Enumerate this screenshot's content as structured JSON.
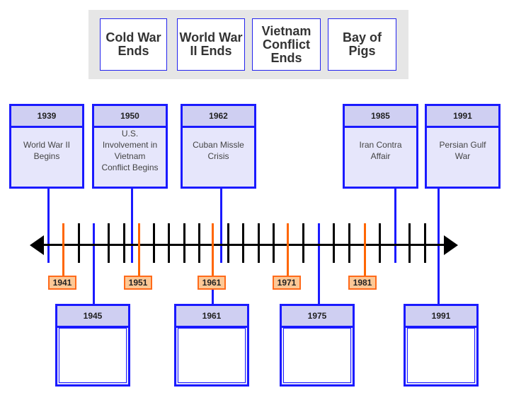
{
  "answer_bank": [
    "Cold War Ends",
    "World War II Ends",
    "Vietnam Conflict Ends",
    "Bay of Pigs"
  ],
  "top_events": [
    {
      "year": "1939",
      "label": "World War II Begins"
    },
    {
      "year": "1950",
      "label": "U.S. Involvement in Vietnam Conflict Begins"
    },
    {
      "year": "1962",
      "label": "Cuban Missle Crisis"
    },
    {
      "year": "1985",
      "label": "Iran Contra Affair"
    },
    {
      "year": "1991",
      "label": "Persian Gulf War"
    }
  ],
  "bottom_slots": [
    "1945",
    "1961",
    "1975",
    "1991"
  ],
  "year_markers": [
    "1941",
    "1951",
    "1961",
    "1971",
    "1981"
  ],
  "colors": {
    "event": "#1a1aff",
    "marker": "#ff6600"
  }
}
